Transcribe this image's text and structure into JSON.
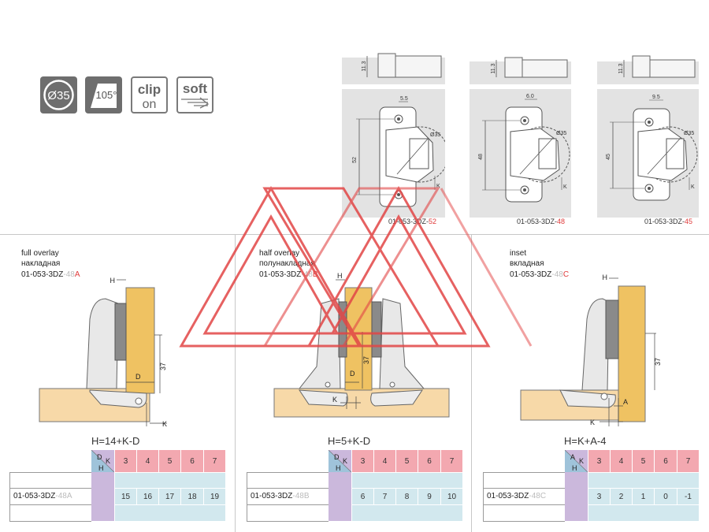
{
  "features": {
    "diameter_label": "Ø35",
    "angle_label": "105°",
    "clip_word1": "clip",
    "clip_word2": "on",
    "soft_word": "soft"
  },
  "top_diagrams": [
    {
      "dim_height": "11.3",
      "dim_offset": "5.5",
      "dim_vertical": "52",
      "diam": "Ø35",
      "k": "K",
      "code_prefix": "01-053-3DZ-",
      "code_suffix": "52"
    },
    {
      "dim_height": "11.3",
      "dim_offset": "6.0",
      "dim_vertical": "48",
      "diam": "Ø35",
      "k": "K",
      "code_prefix": "01-053-3DZ-",
      "code_suffix": "48"
    },
    {
      "dim_height": "11.3",
      "dim_offset": "9.5",
      "dim_vertical": "45",
      "diam": "Ø35",
      "k": "K",
      "code_prefix": "01-053-3DZ-",
      "code_suffix": "45"
    }
  ],
  "sections": [
    {
      "title_en": "full overlay",
      "title_ru": "накладная",
      "code_a": "01-053-3DZ",
      "code_b": "-48",
      "code_c": "A",
      "h": "H",
      "d": "D",
      "k": "K",
      "dim": "37",
      "formula": "H=14+K-D",
      "corner_top": "D",
      "corner_right": "K",
      "corner_bottom": "H",
      "headers": [
        "3",
        "4",
        "5",
        "6",
        "7"
      ],
      "row_code_a": "01-053-3DZ",
      "row_code_b": "-48A",
      "values": [
        "15",
        "16",
        "17",
        "18",
        "19"
      ]
    },
    {
      "title_en": "half overlay",
      "title_ru": "полунакладная",
      "code_a": "01-053-3DZ",
      "code_b": "-48",
      "code_c": "B",
      "h": "H",
      "d": "D",
      "k": "K",
      "dim": "37",
      "formula": "H=5+K-D",
      "corner_top": "D",
      "corner_right": "K",
      "corner_bottom": "H",
      "headers": [
        "3",
        "4",
        "5",
        "6",
        "7"
      ],
      "row_code_a": "01-053-3DZ",
      "row_code_b": "-48B",
      "values": [
        "6",
        "7",
        "8",
        "9",
        "10"
      ]
    },
    {
      "title_en": "inset",
      "title_ru": "вкладная",
      "code_a": "01-053-3DZ",
      "code_b": "-48",
      "code_c": "C",
      "h": "H",
      "a": "A",
      "k": "K",
      "dim": "37",
      "formula": "H=K+A-4",
      "corner_top": "A",
      "corner_right": "K",
      "corner_bottom": "H",
      "headers": [
        "3",
        "4",
        "5",
        "6",
        "7"
      ],
      "row_code_a": "01-053-3DZ",
      "row_code_b": "-48C",
      "values": [
        "3",
        "2",
        "1",
        "0",
        "-1"
      ]
    }
  ],
  "colors": {
    "door": "#efc262",
    "cabinet": "#f7d9a8",
    "watermark": "#e24646",
    "header_pink": "#f3a8b0",
    "cell_blue": "#d2e8ee",
    "corner_purple": "#cbb8dc"
  }
}
